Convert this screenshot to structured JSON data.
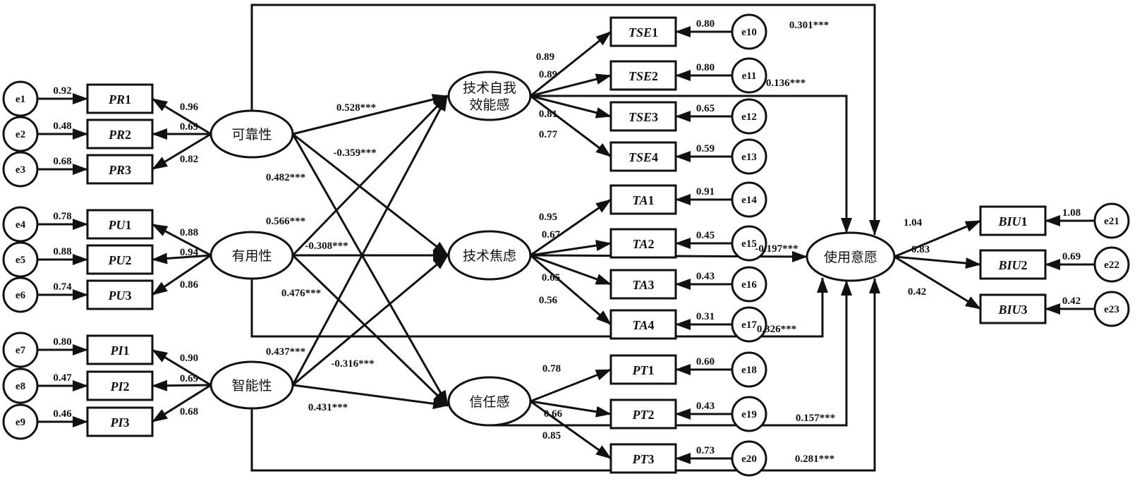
{
  "diagram": {
    "title": "Structural equation model",
    "line_color": "#111111",
    "latents": {
      "PR": {
        "label": [
          "可靠性"
        ]
      },
      "PU": {
        "label": [
          "有用性"
        ]
      },
      "PI": {
        "label": [
          "智能性"
        ]
      },
      "TSE": {
        "label": [
          "技术自我",
          "效能感"
        ]
      },
      "TA": {
        "label": [
          "技术焦虑"
        ]
      },
      "PT": {
        "label": [
          "信任感"
        ]
      },
      "BIU": {
        "label": [
          "使用意愿"
        ]
      }
    },
    "measurement": [
      {
        "latent": "PR",
        "items": [
          {
            "prefix": "PR",
            "num": "1",
            "loading": "0.96",
            "error": "e1",
            "error_value": "0.92"
          },
          {
            "prefix": "PR",
            "num": "2",
            "loading": "0.69",
            "error": "e2",
            "error_value": "0.48"
          },
          {
            "prefix": "PR",
            "num": "3",
            "loading": "0.82",
            "error": "e3",
            "error_value": "0.68"
          }
        ]
      },
      {
        "latent": "PU",
        "items": [
          {
            "prefix": "PU",
            "num": "1",
            "loading": "0.88",
            "error": "e4",
            "error_value": "0.78"
          },
          {
            "prefix": "PU",
            "num": "2",
            "loading": "0.94",
            "error": "e5",
            "error_value": "0.88"
          },
          {
            "prefix": "PU",
            "num": "3",
            "loading": "0.86",
            "error": "e6",
            "error_value": "0.74"
          }
        ]
      },
      {
        "latent": "PI",
        "items": [
          {
            "prefix": "PI",
            "num": "1",
            "loading": "0.90",
            "error": "e7",
            "error_value": "0.80"
          },
          {
            "prefix": "PI",
            "num": "2",
            "loading": "0.69",
            "error": "e8",
            "error_value": "0.47"
          },
          {
            "prefix": "PI",
            "num": "3",
            "loading": "0.68",
            "error": "e9",
            "error_value": "0.46"
          }
        ]
      },
      {
        "latent": "TSE",
        "items": [
          {
            "prefix": "TSE",
            "num": "1",
            "loading": "0.89",
            "error": "e10",
            "error_value": "0.80"
          },
          {
            "prefix": "TSE",
            "num": "2",
            "loading": "0.89",
            "error": "e11",
            "error_value": "0.80"
          },
          {
            "prefix": "TSE",
            "num": "3",
            "loading": "0.81",
            "error": "e12",
            "error_value": "0.65"
          },
          {
            "prefix": "TSE",
            "num": "4",
            "loading": "0.77",
            "error": "e13",
            "error_value": "0.59"
          }
        ]
      },
      {
        "latent": "TA",
        "items": [
          {
            "prefix": "TA",
            "num": "1",
            "loading": "0.95",
            "error": "e14",
            "error_value": "0.91"
          },
          {
            "prefix": "TA",
            "num": "2",
            "loading": "0.67",
            "error": "e15",
            "error_value": "0.45"
          },
          {
            "prefix": "TA",
            "num": "3",
            "loading": "0.65",
            "error": "e16",
            "error_value": "0.43"
          },
          {
            "prefix": "TA",
            "num": "4",
            "loading": "0.56",
            "error": "e17",
            "error_value": "0.31"
          }
        ]
      },
      {
        "latent": "PT",
        "items": [
          {
            "prefix": "PT",
            "num": "1",
            "loading": "0.78",
            "error": "e18",
            "error_value": "0.60"
          },
          {
            "prefix": "PT",
            "num": "2",
            "loading": "0.66",
            "error": "e19",
            "error_value": "0.43"
          },
          {
            "prefix": "PT",
            "num": "3",
            "loading": "0.85",
            "error": "e20",
            "error_value": "0.73"
          }
        ]
      },
      {
        "latent": "BIU",
        "items": [
          {
            "prefix": "BIU",
            "num": "1",
            "loading": "1.04",
            "error": "e21",
            "error_value": "1.08"
          },
          {
            "prefix": "BIU",
            "num": "2",
            "loading": "0.83",
            "error": "e22",
            "error_value": "0.69"
          },
          {
            "prefix": "BIU",
            "num": "3",
            "loading": "0.42",
            "error": "e23",
            "error_value": "0.42"
          }
        ]
      }
    ],
    "paths": [
      {
        "from": "PR",
        "to": "TSE",
        "coef": "0.528***"
      },
      {
        "from": "PR",
        "to": "TA",
        "coef": "-0.359***"
      },
      {
        "from": "PR",
        "to": "PT",
        "coef": "0.482***"
      },
      {
        "from": "PU",
        "to": "TSE",
        "coef": "0.566***"
      },
      {
        "from": "PU",
        "to": "TA",
        "coef": "-0.308***"
      },
      {
        "from": "PU",
        "to": "PT",
        "coef": "0.476***"
      },
      {
        "from": "PI",
        "to": "TSE",
        "coef": "0.437***"
      },
      {
        "from": "PI",
        "to": "TA",
        "coef": "-0.316***"
      },
      {
        "from": "PI",
        "to": "PT",
        "coef": "0.431***"
      },
      {
        "from": "PR",
        "to": "BIU",
        "coef": "0.301***"
      },
      {
        "from": "TSE",
        "to": "BIU",
        "coef": "0.136***"
      },
      {
        "from": "TA",
        "to": "BIU",
        "coef": "-0.197***"
      },
      {
        "from": "PU",
        "to": "BIU",
        "coef": "0.326***"
      },
      {
        "from": "PT",
        "to": "BIU",
        "coef": "0.157***"
      },
      {
        "from": "PI",
        "to": "BIU",
        "coef": "0.281***"
      }
    ]
  }
}
